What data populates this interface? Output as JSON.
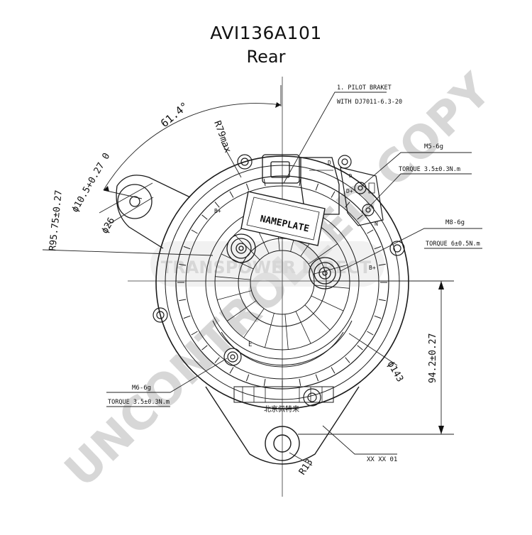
{
  "drawing": {
    "title": "AVI136A101",
    "subtitle": "Rear"
  },
  "watermark": {
    "diagonal": "UNCONTROLLED COPY",
    "center": "TRANSPOWER DIRECT"
  },
  "labels": {
    "nameplate": "NAMEPLATE",
    "pilot_bracket_1": "1. PILOT BRAKET",
    "pilot_bracket_2": "WITH DJ7011-6.3-20",
    "m5_top": "M5-6g",
    "torque_top": "TORQUE 3.5±0.3N.m",
    "m8": "M8-6g",
    "torque_m8": "TORQUE 6±0.5N.m",
    "m6": "M6-6g",
    "torque_bottom": "TORQUE 3.5±0.3N.m",
    "date_code": "XX XX 01",
    "maker_cn": "北京佩特来",
    "terminal_bplus_1": "B+",
    "terminal_bplus_2": "B+",
    "terminal_dplus": "D+",
    "terminal_d": "D",
    "terminal_n": "N",
    "terminal_e": "E",
    "terminal_d_small": "D"
  },
  "dimensions": {
    "angle": "61.4°",
    "r_max": "R79max",
    "hole_dia": "ϕ10.5+0.27 0",
    "boss_dia": "ϕ26",
    "radius": "R95.75±0.27",
    "pulley_dia": "ϕ143",
    "height": "94.2±0.27",
    "r13": "R13"
  }
}
